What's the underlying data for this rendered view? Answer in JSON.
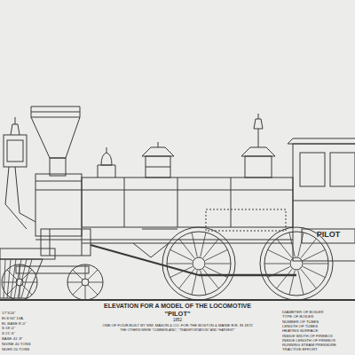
{
  "diagram": {
    "title": "ELEVATION FOR A MODEL OF THE LOCOMOTIVE",
    "labels": [
      "\"PILOT\"",
      "1852",
      "ONE OF FOUR BUILT BY WM. MASON & CO. FOR THE BOSTON & MAINE R.R. IN 1872",
      "THE OTHERS WERE \"CUMBERLAND\", \"TRANSPORTATION\" AND \"HARVEST\"",
      "PILOT",
      "17\"X24\"",
      "ELS 60\" DIA.",
      "EL BASE 8'-0\"",
      "S 18'-0\"",
      "S 21'-6\"",
      "BASE 41'-8\"",
      "NGINE 40 TONS",
      "NDER 20 TONS",
      "DIAMETER OF BOILER",
      "TYPE OF BOILER",
      "NUMBER OF TUBES",
      "LENGTH OF TUBES",
      "HEATING SURFACE",
      "INSIDE WIDTH OF FIREBOX",
      "INSIDE LENGTH OF FIREBOX",
      "RUNNING STEAM PRESSURE",
      "TRACTIVE EFFORT"
    ]
  }
}
